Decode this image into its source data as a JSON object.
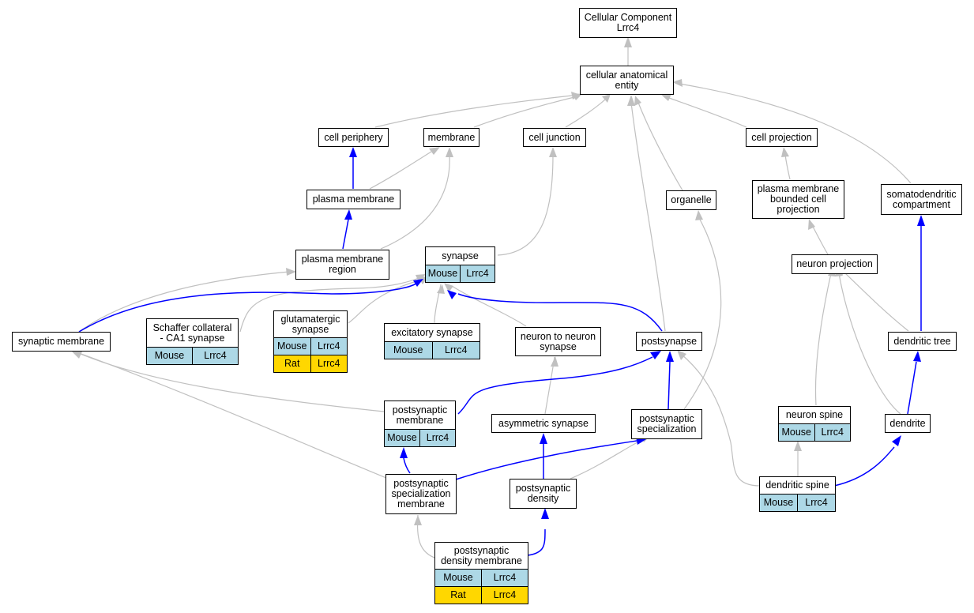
{
  "colors": {
    "is_a_edge": "#c0c0c0",
    "part_of_edge": "#0000ff",
    "mouse_row": "#add8e6",
    "rat_row": "#ffd700"
  },
  "nodes": {
    "root": {
      "lines": [
        "Cellular Component",
        "Lrrc4"
      ]
    },
    "cae": {
      "lines": [
        "cellular anatomical",
        "entity"
      ]
    },
    "periphery": {
      "lines": [
        "cell periphery"
      ]
    },
    "membrane": {
      "lines": [
        "membrane"
      ]
    },
    "junction": {
      "lines": [
        "cell junction"
      ]
    },
    "projection": {
      "lines": [
        "cell projection"
      ]
    },
    "pm": {
      "lines": [
        "plasma membrane"
      ]
    },
    "organelle": {
      "lines": [
        "organelle"
      ]
    },
    "pmbcp": {
      "lines": [
        "plasma membrane",
        "bounded cell",
        "projection"
      ]
    },
    "sdc": {
      "lines": [
        "somatodendritic",
        "compartment"
      ]
    },
    "pmr": {
      "lines": [
        "plasma membrane",
        "region"
      ]
    },
    "synapse": {
      "lines": [
        "synapse"
      ],
      "mouse": [
        "Mouse",
        "Lrrc4"
      ]
    },
    "nproj": {
      "lines": [
        "neuron projection"
      ]
    },
    "synm": {
      "lines": [
        "synaptic membrane"
      ]
    },
    "schaffer": {
      "lines": [
        "Schaffer collateral",
        "- CA1 synapse"
      ],
      "mouse": [
        "Mouse",
        "Lrrc4"
      ]
    },
    "gluta": {
      "lines": [
        "glutamatergic",
        "synapse"
      ],
      "mouse": [
        "Mouse",
        "Lrrc4"
      ],
      "rat": [
        "Rat",
        "Lrrc4"
      ]
    },
    "excit": {
      "lines": [
        "excitatory synapse"
      ],
      "mouse": [
        "Mouse",
        "Lrrc4"
      ]
    },
    "n2n": {
      "lines": [
        "neuron to neuron",
        "synapse"
      ]
    },
    "postsyn": {
      "lines": [
        "postsynapse"
      ]
    },
    "dtree": {
      "lines": [
        "dendritic tree"
      ]
    },
    "psm": {
      "lines": [
        "postsynaptic",
        "membrane"
      ],
      "mouse": [
        "Mouse",
        "Lrrc4"
      ]
    },
    "asym": {
      "lines": [
        "asymmetric synapse"
      ]
    },
    "pss": {
      "lines": [
        "postsynaptic",
        "specialization"
      ]
    },
    "nspine": {
      "lines": [
        "neuron spine"
      ],
      "mouse": [
        "Mouse",
        "Lrrc4"
      ]
    },
    "dendrite": {
      "lines": [
        "dendrite"
      ]
    },
    "pssm": {
      "lines": [
        "postsynaptic",
        "specialization",
        "membrane"
      ]
    },
    "psd": {
      "lines": [
        "postsynaptic",
        "density"
      ]
    },
    "dspine": {
      "lines": [
        "dendritic spine"
      ],
      "mouse": [
        "Mouse",
        "Lrrc4"
      ]
    },
    "psdm": {
      "lines": [
        "postsynaptic",
        "density membrane"
      ],
      "mouse": [
        "Mouse",
        "Lrrc4"
      ],
      "rat": [
        "Rat",
        "Lrrc4"
      ]
    }
  }
}
